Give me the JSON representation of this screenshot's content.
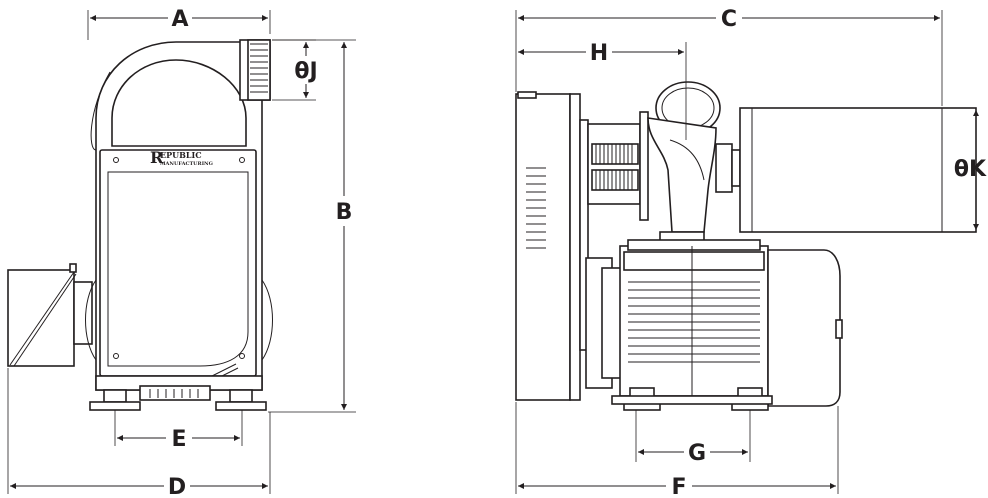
{
  "dimensions": {
    "a": "A",
    "b": "B",
    "c": "C",
    "d": "D",
    "e": "E",
    "f": "F",
    "g": "G",
    "h": "H",
    "j": "θJ",
    "k": "θK"
  },
  "brand": {
    "line1": "EPUBLIC",
    "line2": "MANUFACTURING",
    "initial": "R"
  },
  "colors": {
    "ink": "#231f20",
    "background": "#ffffff"
  }
}
